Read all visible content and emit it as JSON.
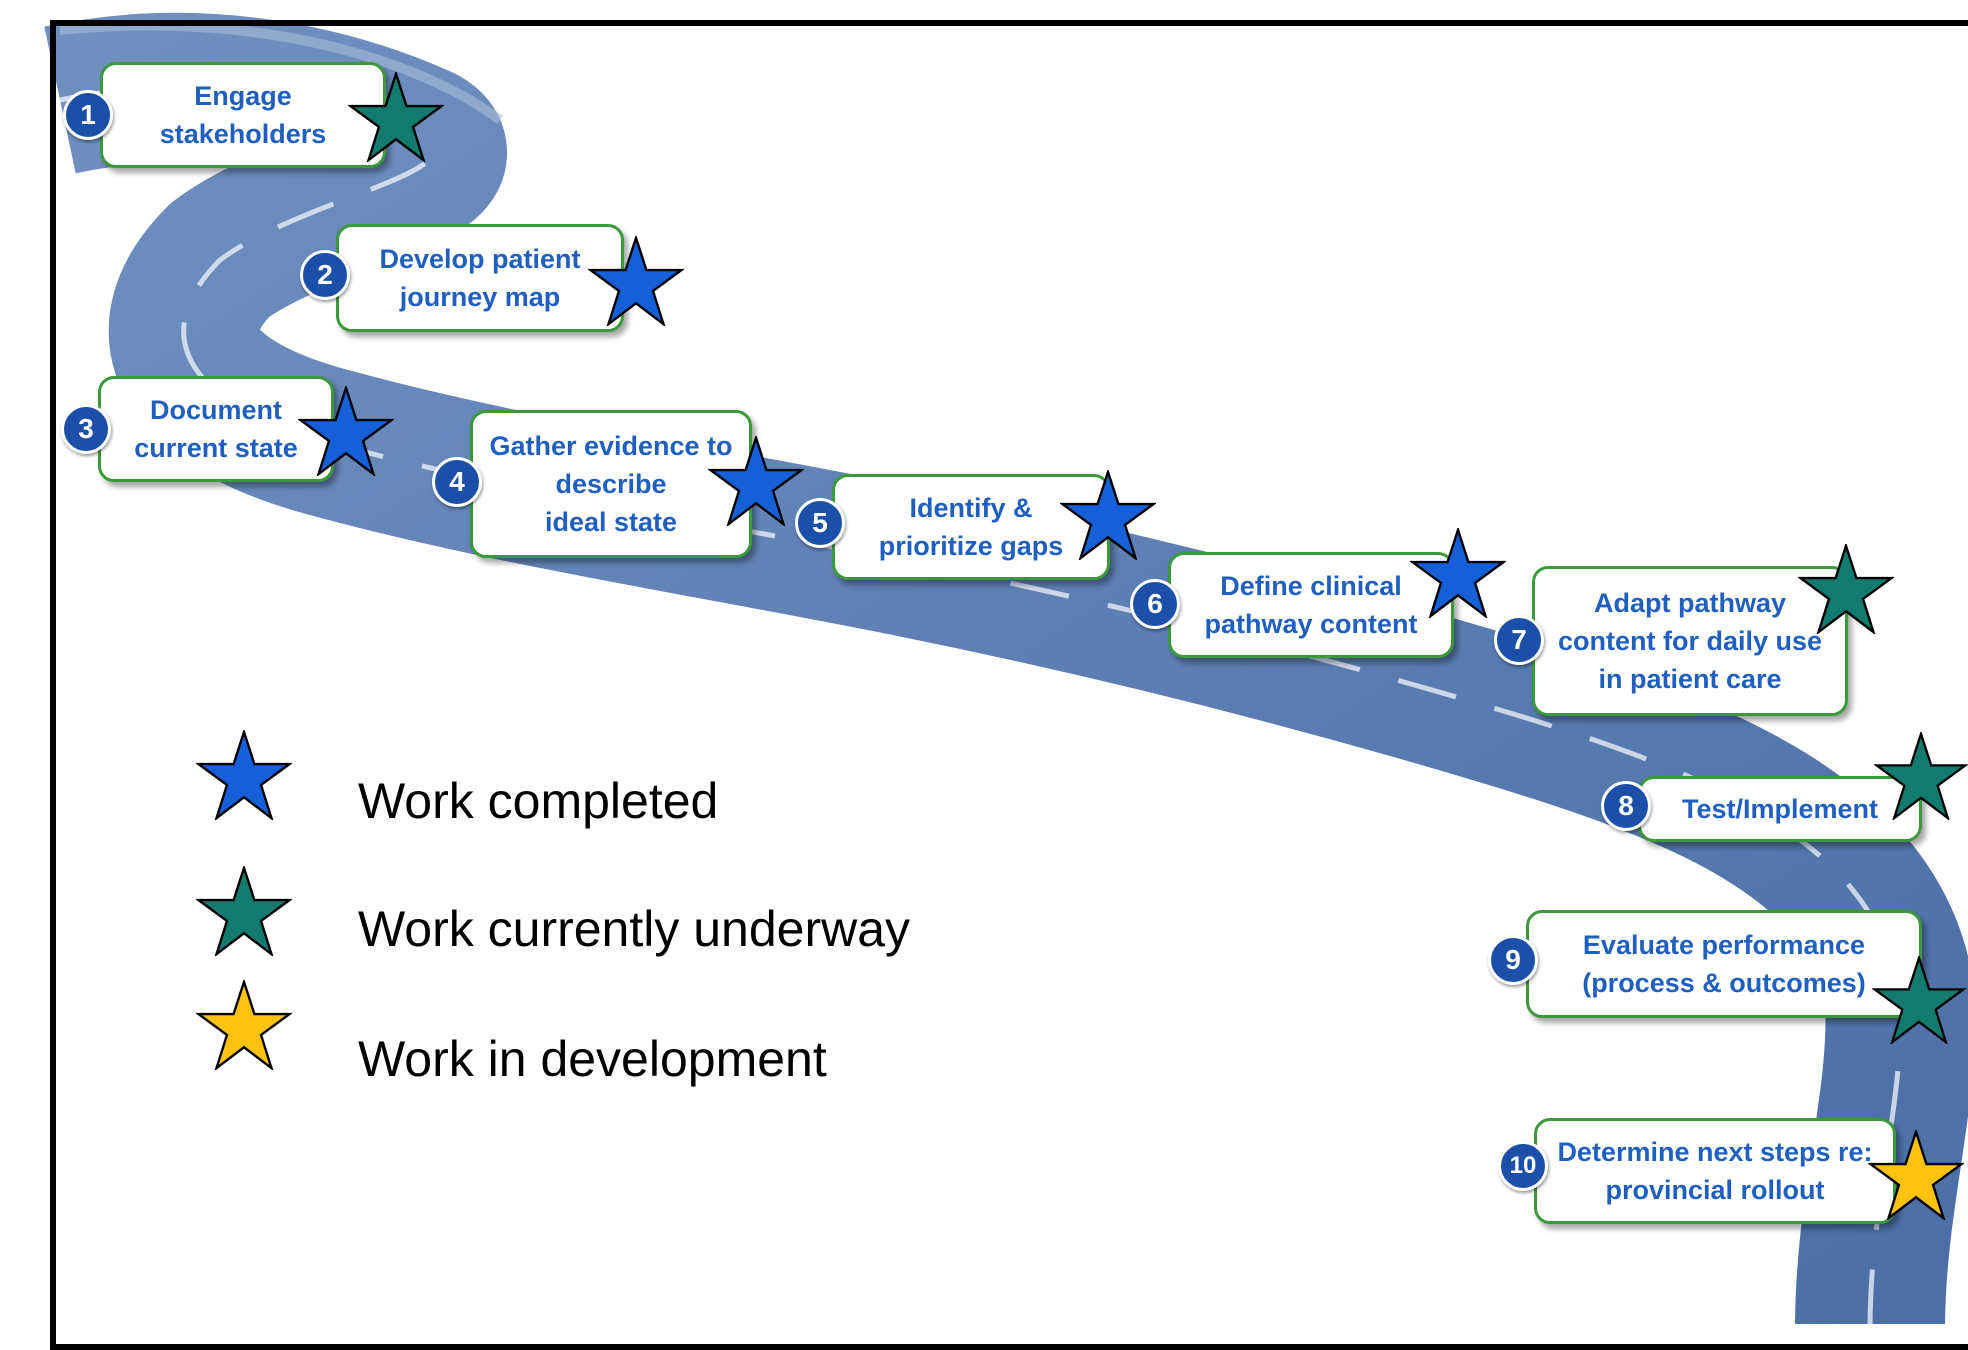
{
  "steps": [
    {
      "number": "1",
      "label": "Engage\nstakeholders",
      "status": "underway"
    },
    {
      "number": "2",
      "label": "Develop patient\njourney map",
      "status": "completed"
    },
    {
      "number": "3",
      "label": "Document\ncurrent state",
      "status": "completed"
    },
    {
      "number": "4",
      "label": "Gather evidence to\ndescribe\nideal state",
      "status": "completed"
    },
    {
      "number": "5",
      "label": "Identify &\nprioritize gaps",
      "status": "completed"
    },
    {
      "number": "6",
      "label": "Define clinical\npathway content",
      "status": "completed"
    },
    {
      "number": "7",
      "label": "Adapt pathway\ncontent for daily use\nin patient care",
      "status": "underway"
    },
    {
      "number": "8",
      "label": "Test/Implement",
      "status": "underway"
    },
    {
      "number": "9",
      "label": "Evaluate performance\n(process & outcomes)",
      "status": "underway"
    },
    {
      "number": "10",
      "label": "Determine next steps re:\nprovincial rollout",
      "status": "development"
    }
  ],
  "legend": {
    "completed": "Work completed",
    "underway": "Work currently underway",
    "development": "Work in development"
  },
  "colors": {
    "completed": "#1560d8",
    "underway": "#127a6e",
    "development": "#ffc20e",
    "box_border": "#3a9a3a",
    "box_text": "#1f5fbf",
    "badge": "#1b4fa8",
    "road": "#5a7db0"
  }
}
